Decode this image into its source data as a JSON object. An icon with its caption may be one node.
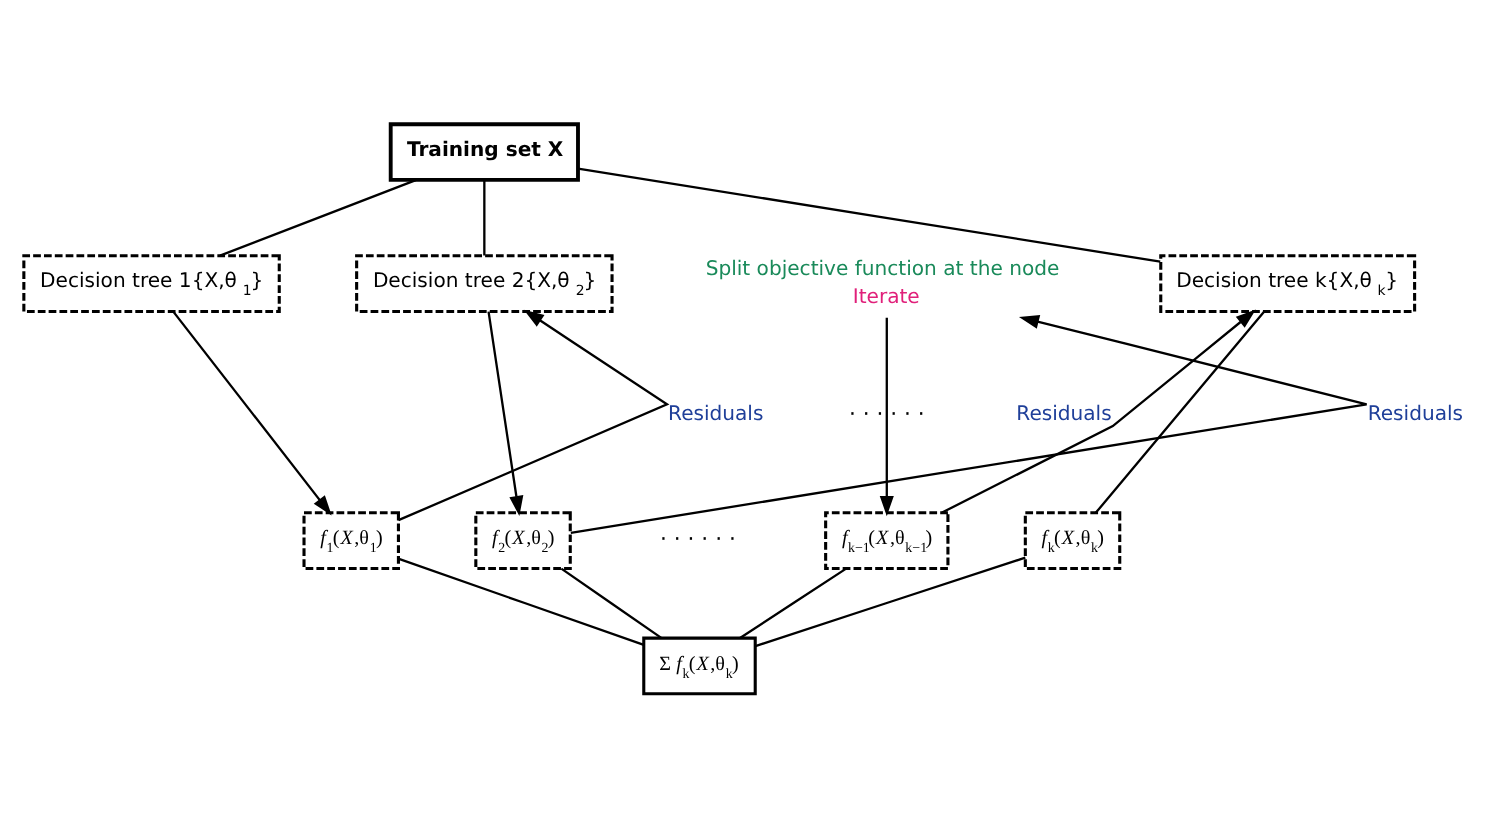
{
  "diagram": {
    "nodes": [
      {
        "text": [
          "Training set X"
        ]
      },
      {
        "text": [
          "Decision tree 1{X,θ$_{1}$}"
        ]
      },
      {
        "text": [
          "Decision tree 2{X,θ$_{2}$}"
        ]
      },
      {
        "text": [
          "Split objective function at the node"
        ],
        "beside": [
          "Iterate"
        ]
      },
      {
        "text": [
          "Decision tree k{X,θ$_{k}$}"
        ]
      },
      {
        "text": [
          "*f*$_{1}$(*X*,θ$_{1}$)"
        ]
      },
      {
        "text": [
          "*f*$_{2}$(*X*,θ$_{2}$)"
        ]
      },
      {
        "text": [
          "*f*$_{k−1}$(*X*,θ$_{k−1}$)"
        ]
      },
      {
        "text": [
          "*f*$_{k}$(*X*,θ$_{k}$)"
        ]
      },
      {
        "text": [
          "Σ *f*$_{k}$(*X*,θ$_{k}$)"
        ]
      }
    ],
    "edges": [
      {
        "from": 0,
        "to": 1,
        "arrow": "none"
      },
      {
        "from": 0,
        "to": 2,
        "arrow": "none"
      },
      {
        "from": 0,
        "to": 4,
        "arrow": "none"
      },
      {
        "from": 1,
        "to": 5,
        "arrow": "to"
      },
      {
        "from": 5,
        "to": 2,
        "arrow": "to",
        "label": "Residuals"
      },
      {
        "from": 2,
        "to": 6,
        "arrow": "to"
      },
      {
        "from": 6,
        "to": 3,
        "arrow": "to",
        "label": "Residuals"
      },
      {
        "from": 3,
        "to": 7,
        "arrow": "to"
      },
      {
        "from": 7,
        "to": 4,
        "arrow": "to",
        "label": "Residuals"
      },
      {
        "from": 4,
        "to": 8,
        "arrow": "none"
      },
      {
        "from": 5,
        "to": 9,
        "arrow": "none"
      },
      {
        "from": 6,
        "to": 9,
        "arrow": "none"
      },
      {
        "from": 7,
        "to": 9,
        "arrow": "none"
      },
      {
        "from": 8,
        "to": 9,
        "arrow": "none"
      }
    ],
    "labels": [
      "· · · · · ·",
      "· · · · · ·"
    ]
  }
}
